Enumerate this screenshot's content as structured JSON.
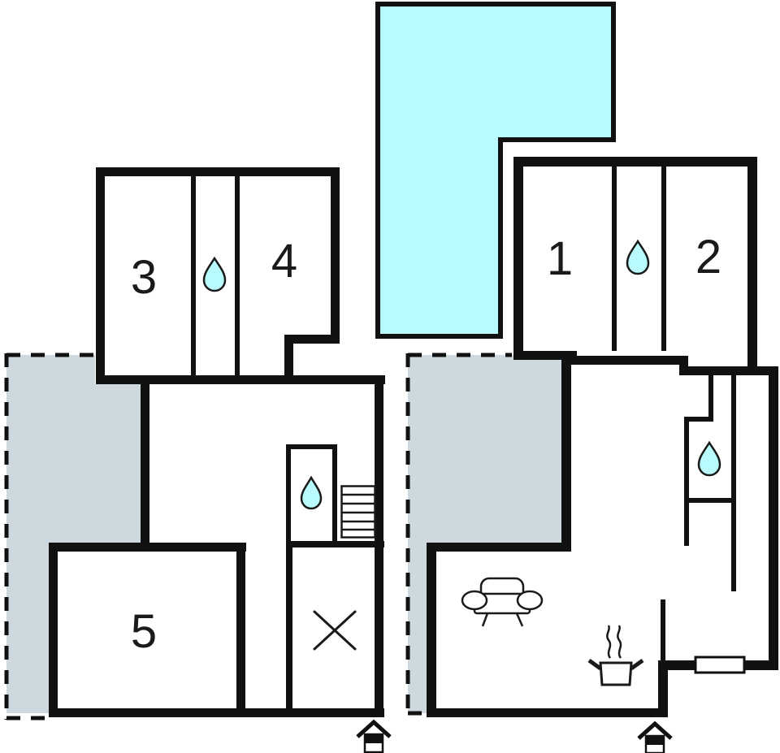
{
  "plan": {
    "type": "floor-plan",
    "buildings": [
      "upper-floor-left",
      "ground-floor-right"
    ]
  },
  "colors": {
    "pool": "#b9fbfd",
    "drop": "#b9fbfd",
    "terrace": "#cdd9de",
    "wall": "#111111",
    "ink": "#1a1a1a",
    "background": "#ffffff"
  },
  "rooms": [
    {
      "label": "1"
    },
    {
      "label": "2"
    },
    {
      "label": "3"
    },
    {
      "label": "4"
    },
    {
      "label": "5"
    }
  ],
  "icons": {
    "pool": "swimming-pool",
    "bathroom": "water-drop-icon",
    "sofa": "sofa-icon",
    "stove": "cooking-pot-icon",
    "stairs": "stairs-icon",
    "storage": "x-mark-icon",
    "entrance": "entrance-arrow-icon",
    "window": "window-icon"
  }
}
